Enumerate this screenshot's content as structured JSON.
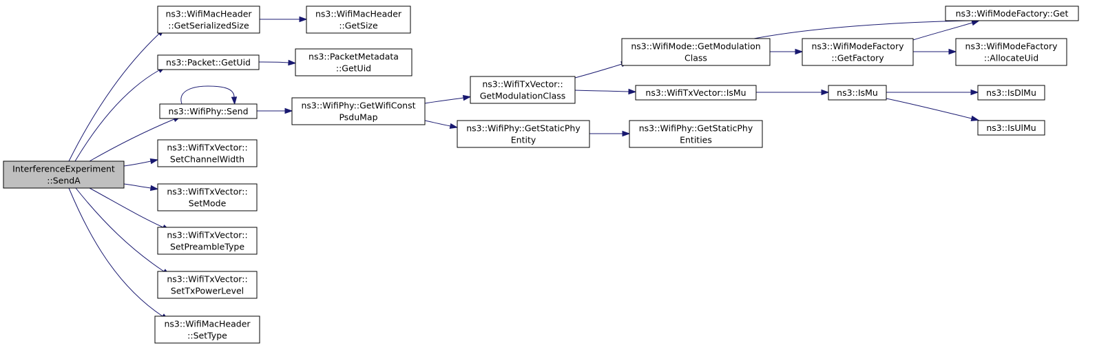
{
  "graph": {
    "nodes": {
      "root": [
        "InterferenceExperiment",
        "::SendA"
      ],
      "getSerializedSize": [
        "ns3::WifiMacHeader",
        "::GetSerializedSize"
      ],
      "getSize": [
        "ns3::WifiMacHeader",
        "::GetSize"
      ],
      "packetGetUid": [
        "ns3::Packet::GetUid"
      ],
      "metadataGetUid": [
        "ns3::PacketMetadata",
        "::GetUid"
      ],
      "phySend": [
        "ns3::WifiPhy::Send"
      ],
      "setChannelWidth": [
        "ns3::WifiTxVector::",
        "SetChannelWidth"
      ],
      "setMode": [
        "ns3::WifiTxVector::",
        "SetMode"
      ],
      "setPreambleType": [
        "ns3::WifiTxVector::",
        "SetPreambleType"
      ],
      "setTxPowerLevel": [
        "ns3::WifiTxVector::",
        "SetTxPowerLevel"
      ],
      "setType": [
        "ns3::WifiMacHeader",
        "::SetType"
      ],
      "getWifiConstPsduMap": [
        "ns3::WifiPhy::GetWifiConst",
        "PsduMap"
      ],
      "txGetModulationClass": [
        "ns3::WifiTxVector::",
        "GetModulationClass"
      ],
      "getStaticPhyEntity": [
        "ns3::WifiPhy::GetStaticPhy",
        "Entity"
      ],
      "modeGetModulationClass": [
        "ns3::WifiMode::GetModulation",
        "Class"
      ],
      "txIsMu": [
        "ns3::WifiTxVector::IsMu"
      ],
      "getStaticPhyEntities": [
        "ns3::WifiPhy::GetStaticPhy",
        "Entities"
      ],
      "factoryGetFactory": [
        "ns3::WifiModeFactory",
        "::GetFactory"
      ],
      "isMu": [
        "ns3::IsMu"
      ],
      "factoryGet": [
        "ns3::WifiModeFactory::Get"
      ],
      "allocateUid": [
        "ns3::WifiModeFactory",
        "::AllocateUid"
      ],
      "isDlMu": [
        "ns3::IsDlMu"
      ],
      "isUlMu": [
        "ns3::IsUlMu"
      ]
    },
    "edges": [
      [
        "root",
        "getSerializedSize"
      ],
      [
        "root",
        "packetGetUid"
      ],
      [
        "root",
        "phySend"
      ],
      [
        "root",
        "setChannelWidth"
      ],
      [
        "root",
        "setMode"
      ],
      [
        "root",
        "setPreambleType"
      ],
      [
        "root",
        "setTxPowerLevel"
      ],
      [
        "root",
        "setType"
      ],
      [
        "getSerializedSize",
        "getSize"
      ],
      [
        "packetGetUid",
        "metadataGetUid"
      ],
      [
        "phySend",
        "phySend"
      ],
      [
        "phySend",
        "getWifiConstPsduMap"
      ],
      [
        "getWifiConstPsduMap",
        "txGetModulationClass"
      ],
      [
        "getWifiConstPsduMap",
        "getStaticPhyEntity"
      ],
      [
        "txGetModulationClass",
        "modeGetModulationClass"
      ],
      [
        "txGetModulationClass",
        "txIsMu"
      ],
      [
        "getStaticPhyEntity",
        "getStaticPhyEntities"
      ],
      [
        "modeGetModulationClass",
        "factoryGetFactory"
      ],
      [
        "modeGetModulationClass",
        "factoryGet"
      ],
      [
        "factoryGetFactory",
        "factoryGet"
      ],
      [
        "factoryGetFactory",
        "allocateUid"
      ],
      [
        "txIsMu",
        "isMu"
      ],
      [
        "isMu",
        "isDlMu"
      ],
      [
        "isMu",
        "isUlMu"
      ]
    ]
  }
}
